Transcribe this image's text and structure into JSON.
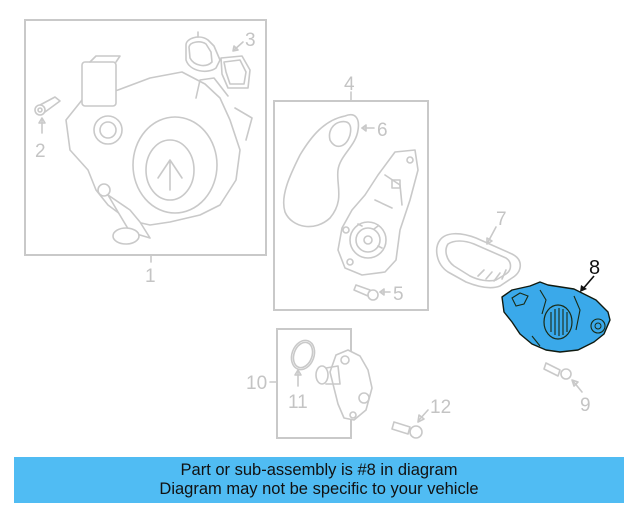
{
  "diagram": {
    "highlighted_part": "8",
    "highlight_color": "#3aa9ea",
    "line_color": "#c9c9c9",
    "callouts": [
      {
        "id": "1",
        "label": "1"
      },
      {
        "id": "2",
        "label": "2"
      },
      {
        "id": "3",
        "label": "3"
      },
      {
        "id": "4",
        "label": "4"
      },
      {
        "id": "5",
        "label": "5"
      },
      {
        "id": "6",
        "label": "6"
      },
      {
        "id": "7",
        "label": "7"
      },
      {
        "id": "8",
        "label": "8"
      },
      {
        "id": "9",
        "label": "9"
      },
      {
        "id": "10",
        "label": "10"
      },
      {
        "id": "11",
        "label": "11"
      },
      {
        "id": "12",
        "label": "12"
      }
    ]
  },
  "banner": {
    "line1": "Part or sub-assembly is #8 in diagram",
    "line2": "Diagram may not be specific to your vehicle",
    "background": "#50bcf3"
  }
}
